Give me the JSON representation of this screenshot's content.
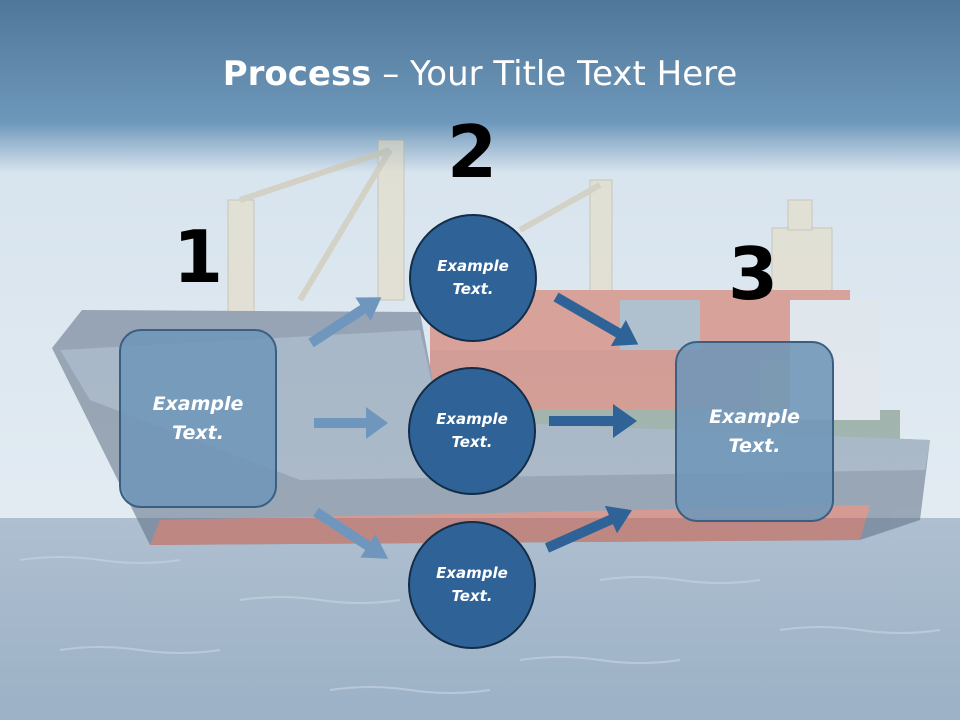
{
  "title": {
    "bold": "Process",
    "rest": " – Your Title Text Here"
  },
  "steps": [
    {
      "number": "1",
      "text": "Example Text."
    },
    {
      "number": "2",
      "circles": [
        {
          "text": "Example Text."
        },
        {
          "text": "Example Text."
        },
        {
          "text": "Example Text."
        }
      ]
    },
    {
      "number": "3",
      "text": "Example Text."
    }
  ],
  "colors": {
    "box_fill": "#7096b8",
    "circle_fill": "#2f6398",
    "arrow_left": "#6f97bd",
    "arrow_right": "#2f6398"
  }
}
